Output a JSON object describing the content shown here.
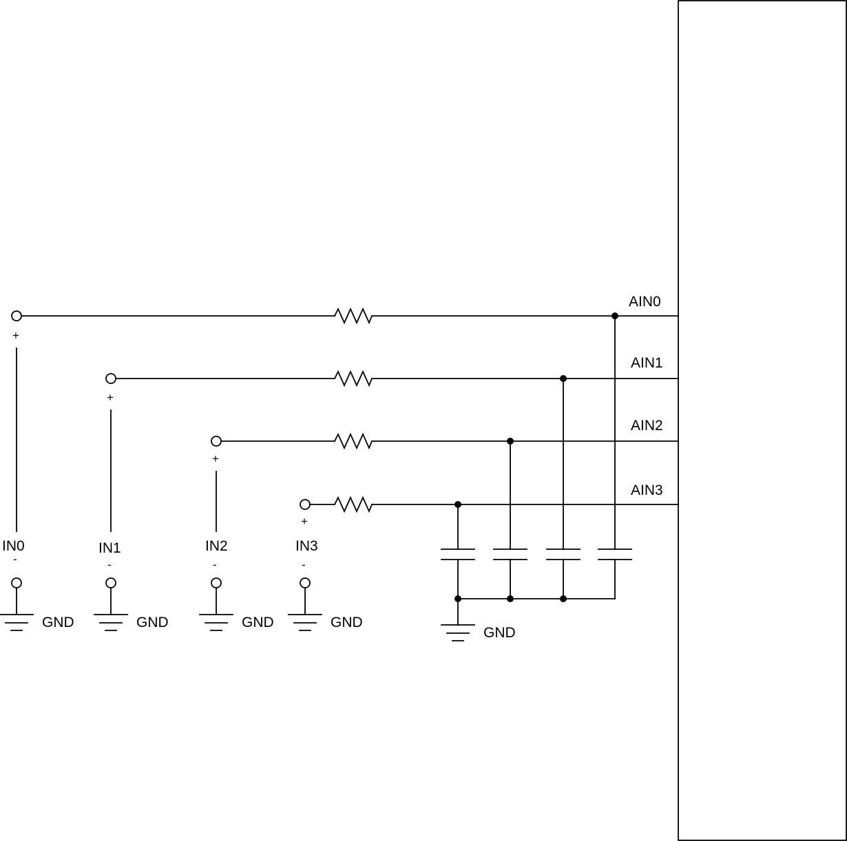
{
  "diagram": {
    "inputs": [
      {
        "name": "IN0",
        "plus": "+",
        "minus": "-",
        "gnd": "GND"
      },
      {
        "name": "IN1",
        "plus": "+",
        "minus": "-",
        "gnd": "GND"
      },
      {
        "name": "IN2",
        "plus": "+",
        "minus": "-",
        "gnd": "GND"
      },
      {
        "name": "IN3",
        "plus": "+",
        "minus": "-",
        "gnd": "GND"
      }
    ],
    "pins": [
      "AIN0",
      "AIN1",
      "AIN2",
      "AIN3"
    ],
    "cap_ground_label": "GND"
  }
}
